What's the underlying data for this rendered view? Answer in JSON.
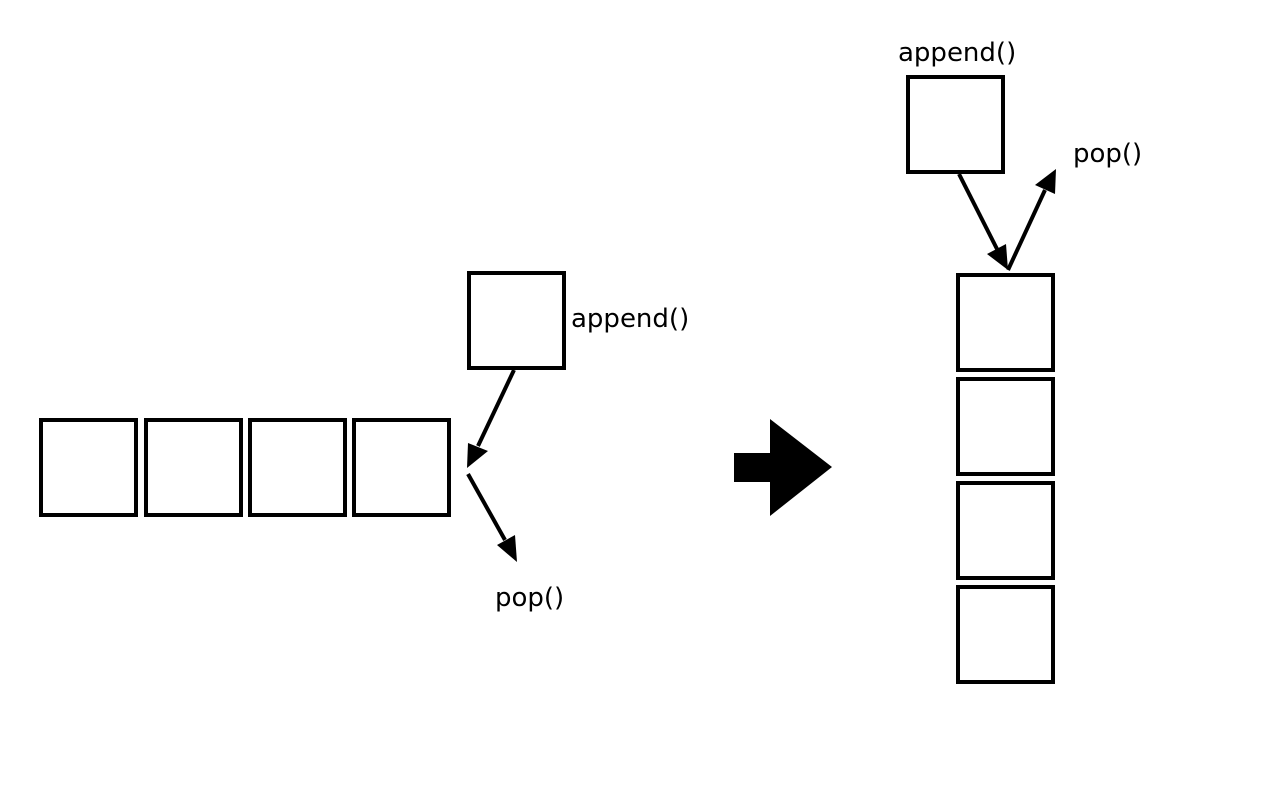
{
  "left_panel": {
    "append_label": "append()",
    "pop_label": "pop()"
  },
  "right_panel": {
    "append_label": "append()",
    "pop_label": "pop()"
  },
  "colors": {
    "stroke": "#000000",
    "background": "#ffffff"
  }
}
